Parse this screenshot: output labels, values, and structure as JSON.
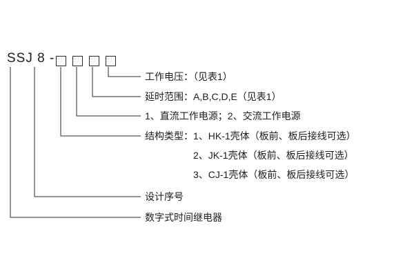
{
  "model_code": {
    "prefix": "SSJ 8 -"
  },
  "annotations": {
    "working_voltage": "工作电压：（见表1）",
    "delay_range": "延时范围：A,B,C,D,E（见表1）",
    "power_supply": "1、直流工作电源；2、交流工作电源",
    "structure_type_label": "结构类型：",
    "structure_options": [
      "1、HK-1壳体（板前、板后接线可选）",
      "2、JK-1壳体（板前、板后接线可选）",
      "3、CJ-1壳体（板前、板后接线可选）"
    ],
    "design_serial": "设计序号",
    "product_name": "数字式时间继电器"
  },
  "colors": {
    "line": "#2a2a2a",
    "text": "#1c1c1c",
    "background": "#ffffff"
  }
}
